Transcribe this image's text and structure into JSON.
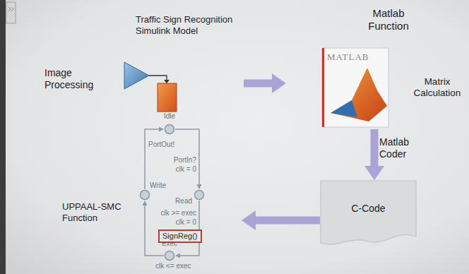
{
  "diagram": {
    "nodes": [
      {
        "text": [
          "Traffic Sign Recognition Simulink Model"
        ]
      },
      {
        "text": [
          "Matlab Function"
        ]
      },
      {
        "text": [
          "C-Code"
        ]
      },
      {
        "text": [
          "UPPAAL-SMC Function"
        ]
      },
      {
        "text": [
          "Idle"
        ],
        "in": 3
      },
      {
        "text": [
          "Write"
        ],
        "in": 3
      },
      {
        "text": [
          "Read"
        ],
        "in": 3
      },
      {
        "text": [
          "Exec"
        ],
        "in": 3
      }
    ],
    "edges": [
      {
        "from": 0,
        "to": 1,
        "arrow": "to"
      },
      {
        "from": 1,
        "to": 2,
        "arrow": "to",
        "label": "Matlab Coder"
      },
      {
        "from": 2,
        "to": 3,
        "arrow": "to"
      },
      {
        "from": 4,
        "to": 6,
        "arrow": "to",
        "label": "PortIn?"
      },
      {
        "from": 6,
        "to": 7,
        "arrow": "to",
        "label": "SignReg()"
      },
      {
        "from": 7,
        "to": 5,
        "arrow": "to"
      },
      {
        "from": 5,
        "to": 4,
        "arrow": "to",
        "label": "PortOut!"
      }
    ],
    "labels": [
      "Image Processing",
      "MATLAB",
      "Matrix Calculation",
      "clk = 0",
      "clk >= exec",
      "clk = 0",
      "clk <= exec"
    ]
  }
}
